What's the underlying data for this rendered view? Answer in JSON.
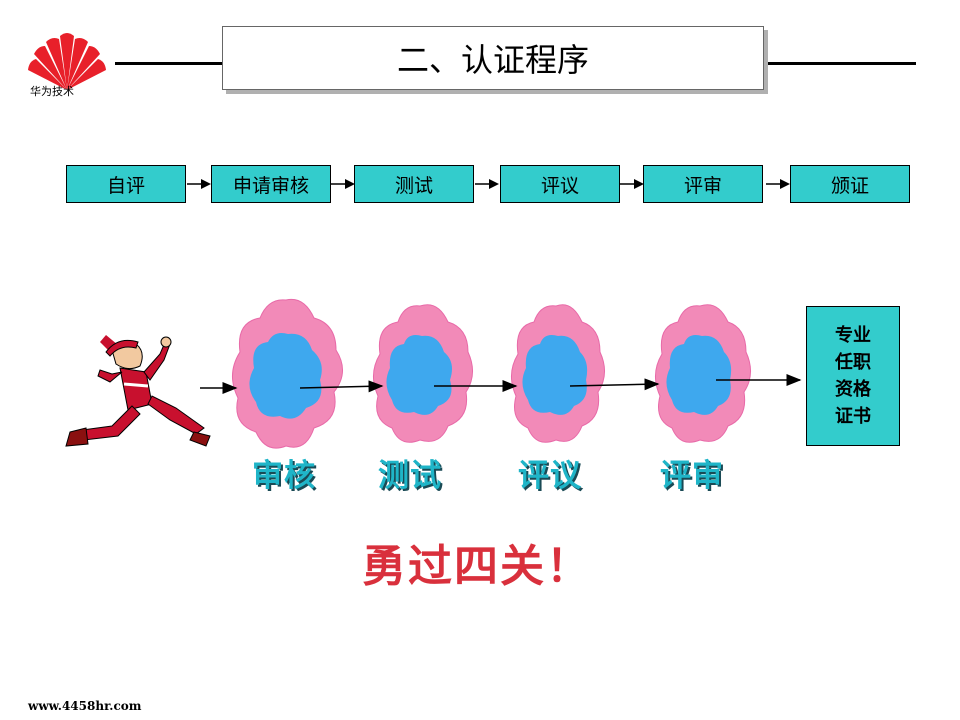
{
  "brand": {
    "logo_text": "华为技术",
    "logo_icon": "sunburst-logo-icon",
    "color": "#e8202a"
  },
  "title": "二、认证程序",
  "process_steps": [
    "自评",
    "申请审核",
    "测试",
    "评议",
    "评审",
    "颁证"
  ],
  "gates": [
    "审核",
    "测试",
    "评议",
    "评审"
  ],
  "certificate": {
    "lines": [
      "专业",
      "任职",
      "资格",
      "证书"
    ]
  },
  "slogan": "勇过四关！",
  "footer": "www.4458hr.com",
  "colors": {
    "step_fill": "#33cccc",
    "cloud_outer": "#f28ab8",
    "cloud_inner": "#3ea8ee",
    "slogan": "#d9303c",
    "gate_label": "#1fb5c8"
  },
  "icons": {
    "runner": "running-santa-figure-icon"
  }
}
